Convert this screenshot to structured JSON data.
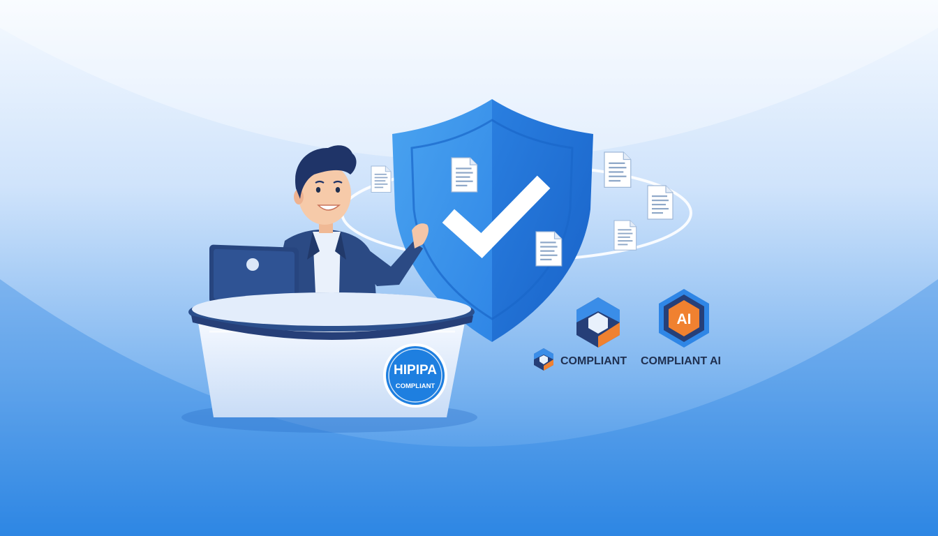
{
  "badge": {
    "line1": "HIPIPA",
    "line2": "COMPLIANT"
  },
  "logos": {
    "left_label": "COMPLIANT",
    "right_label": "COMPLIANT AI",
    "ai_mark": "AI"
  },
  "icons": {
    "shield": "shield-check-icon",
    "document": "document-icon",
    "hex_logo": "hexagon-logo-icon",
    "hex_ai_logo": "hexagon-ai-logo-icon"
  },
  "colors": {
    "background_top": "#f3f8ff",
    "background_bottom": "#2c87e6",
    "shield_light": "#3d97ec",
    "shield_dark": "#1f73d8",
    "navy": "#263f78",
    "accent_orange": "#f08130",
    "badge_blue": "#1e7fe0",
    "label_text": "#1f2f4f"
  }
}
